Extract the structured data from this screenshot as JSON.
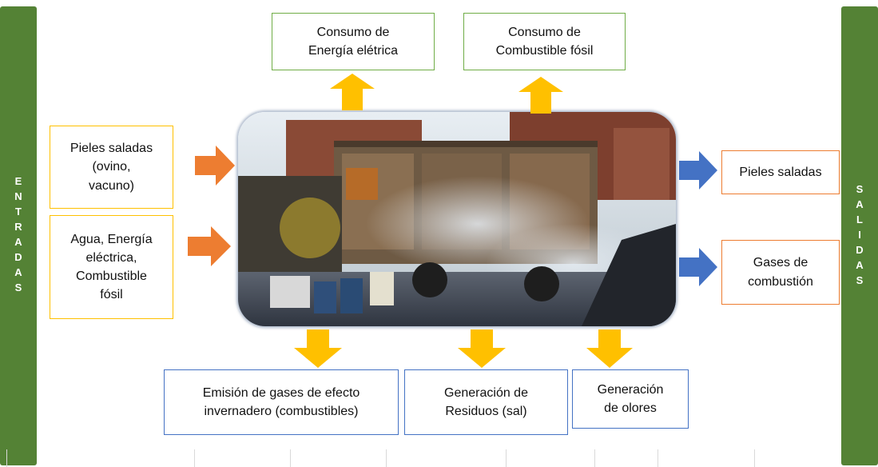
{
  "left_bar": {
    "label": "ENTRADAS"
  },
  "right_bar": {
    "label": "SALIDAS"
  },
  "inputs": {
    "pieles": "Pieles saladas\n(ovino,\nvacuno)",
    "agua": "Agua, Energía\neléctrica,\nCombustible\nfósil"
  },
  "top_outputs": {
    "energia": "Consumo de\nEnergía elétrica",
    "combustible": "Consumo de\nCombustible fósil"
  },
  "right_outputs": {
    "pieles": "Pieles saladas",
    "gases": "Gases de\ncombustión"
  },
  "bottom_outputs": {
    "emision": "Emisión de gases de efecto\ninvernadero (combustibles)",
    "residuos": "Generación de\nResiduos (sal)",
    "olores": "Generación\nde olores"
  },
  "colors": {
    "bar_green": "#548235",
    "arrow_yellow": "#ffc000",
    "arrow_orange": "#ed7d31",
    "arrow_blue": "#4472c4"
  }
}
